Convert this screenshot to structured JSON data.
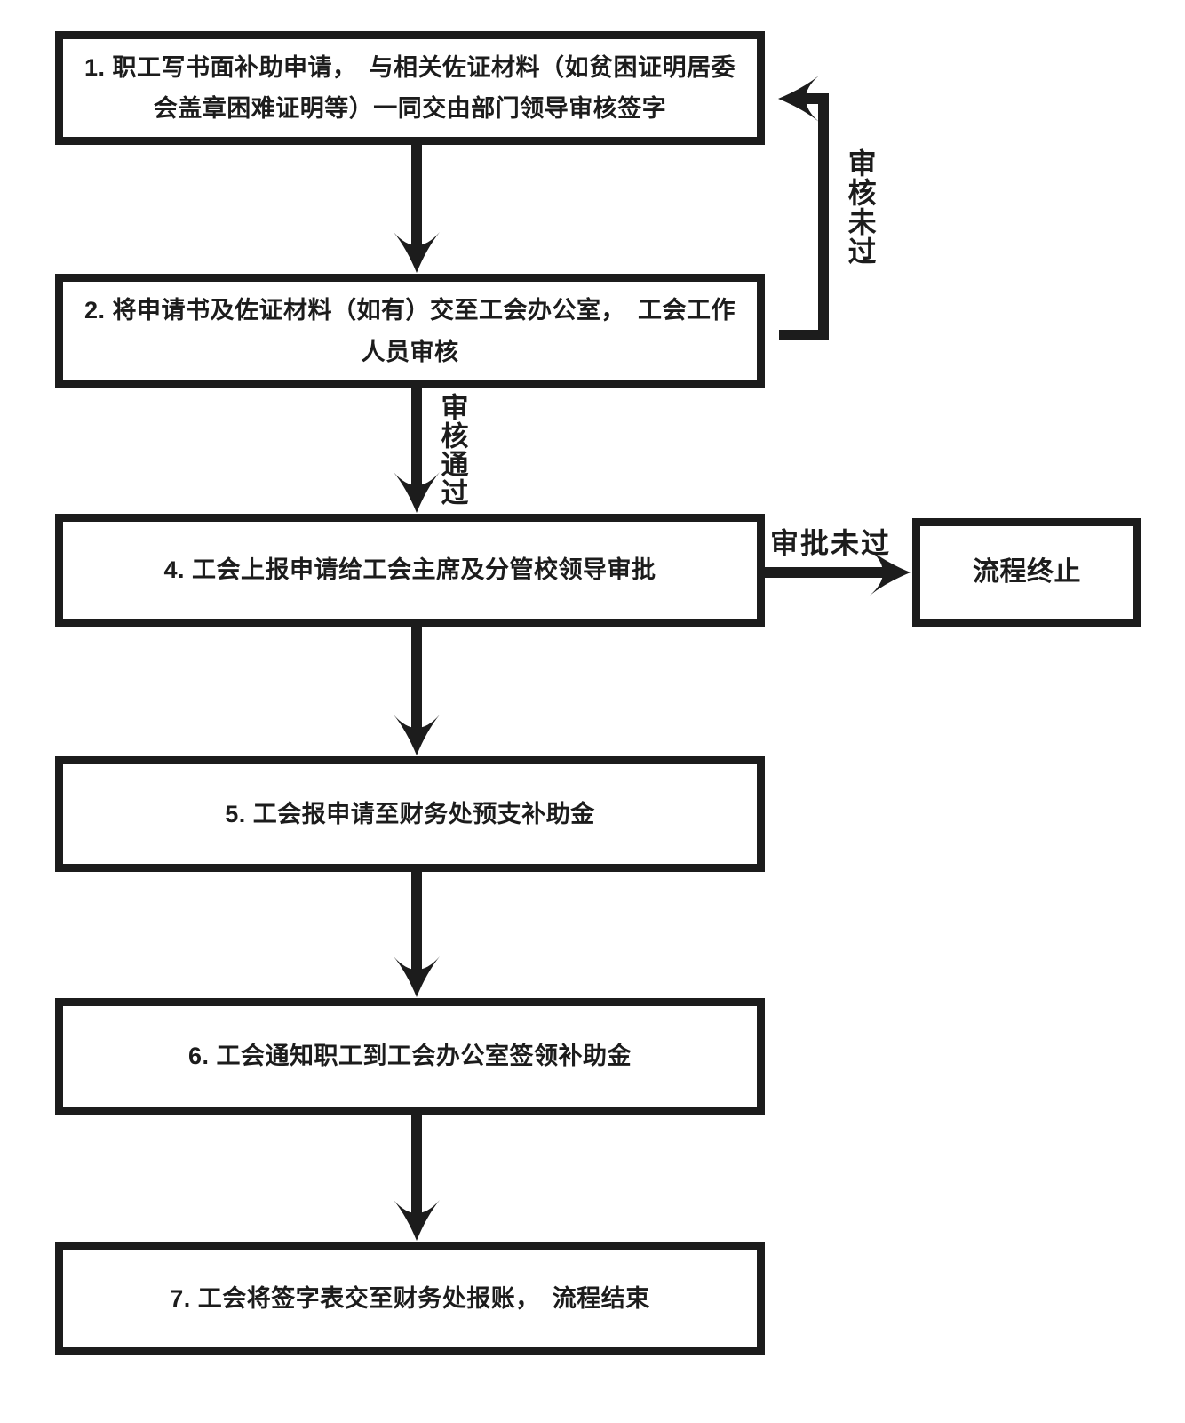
{
  "flowchart": {
    "steps": [
      {
        "id": "step-1",
        "label": "1. 职工写书面补助申请，　与相关佐证材料（如贫困证明居委会盖章困难证明等）一同交由部门领导审核签字"
      },
      {
        "id": "step-2",
        "label": "2. 将申请书及佐证材料（如有）交至工会办公室，　工会工作人员审核"
      },
      {
        "id": "step-4",
        "label": "4. 工会上报申请给工会主席及分管校领导审批"
      },
      {
        "id": "step-5",
        "label": "5. 工会报申请至财务处预支补助金"
      },
      {
        "id": "step-6",
        "label": "6. 工会通知职工到工会办公室签领补助金"
      },
      {
        "id": "step-7",
        "label": "7. 工会将签字表交至财务处报账，　流程结束"
      }
    ],
    "terminal": {
      "label": "流程终止"
    },
    "edge_labels": {
      "review_failed": "审核未过",
      "review_passed": "审核通过",
      "approval_failed": "审批未过"
    },
    "colors": {
      "line": "#1c1c1c",
      "text": "#1c1c1c",
      "background": "#ffffff"
    }
  }
}
